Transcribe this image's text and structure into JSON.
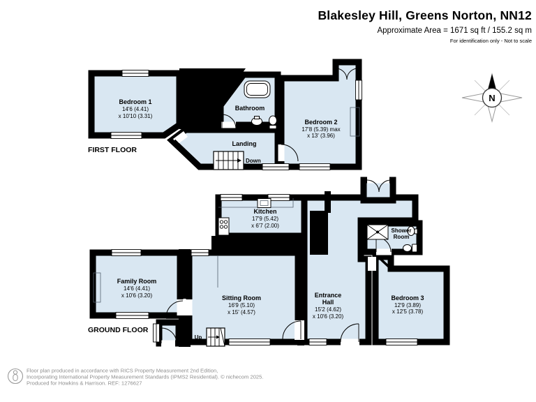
{
  "header": {
    "title": "Blakesley Hill, Greens Norton, NN12",
    "area": "Approximate Area = 1671 sq ft / 155.2 sq m",
    "disclaimer": "For identification only - Not to scale"
  },
  "compass": {
    "north": "N"
  },
  "floors": {
    "first": {
      "label": "FIRST FLOOR"
    },
    "ground": {
      "label": "GROUND FLOOR"
    }
  },
  "rooms": {
    "bedroom1": {
      "name": "Bedroom 1",
      "dim1": "14'6 (4.41)",
      "dim2": "x 10'10 (3.31)"
    },
    "bathroom": {
      "name": "Bathroom"
    },
    "landing": {
      "name": "Landing"
    },
    "bedroom2": {
      "name": "Bedroom 2",
      "dim1": "17'8 (5.39) max",
      "dim2": "x 13' (3.96)"
    },
    "kitchen": {
      "name": "Kitchen",
      "dim1": "17'9 (5.42)",
      "dim2": "x 6'7 (2.00)"
    },
    "family": {
      "name": "Family Room",
      "dim1": "14'6 (4.41)",
      "dim2": "x 10'6 (3.20)"
    },
    "sitting": {
      "name": "Sitting Room",
      "dim1": "16'9 (5.10)",
      "dim2": "x 15' (4.57)"
    },
    "hall": {
      "name1": "Entrance",
      "name2": "Hall",
      "dim1": "15'2 (4.62)",
      "dim2": "x 10'6 (3.20)"
    },
    "shower": {
      "name1": "Shower",
      "name2": "Room"
    },
    "bedroom3": {
      "name": "Bedroom 3",
      "dim1": "12'9 (3.89)",
      "dim2": "x 12'5 (3.78)"
    }
  },
  "stairs": {
    "down": "Down",
    "up": "Up"
  },
  "footer": {
    "line1": "Floor plan produced in accordance with RICS Property Measurement 2nd Edition,",
    "line2": "Incorporating International Property Measurement Standards (IPMS2 Residential).   © nichecom 2025.",
    "line3": "Produced for Howkins & Harrison.   REF: 1276627"
  },
  "colors": {
    "room_fill": "#d9e7f2",
    "wall": "#000000"
  }
}
